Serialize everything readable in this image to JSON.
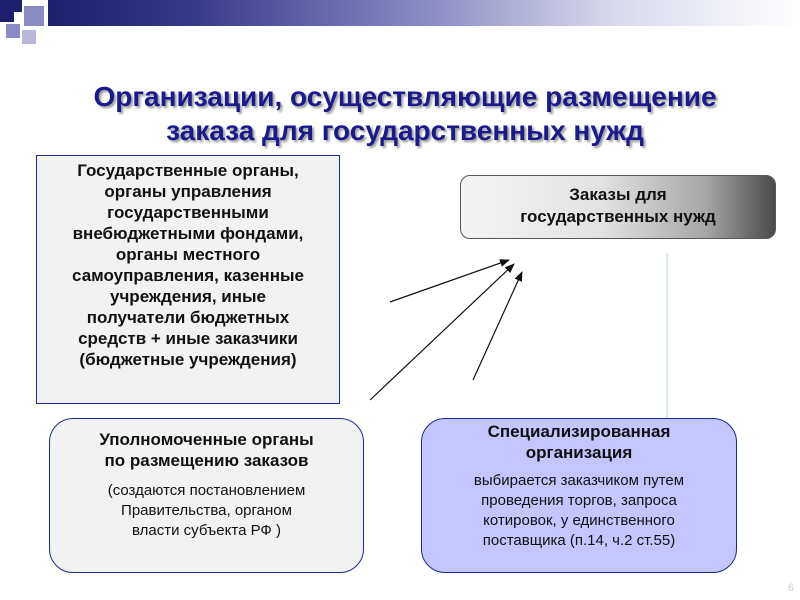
{
  "title": {
    "line1": "Организации, осуществляющие размещение",
    "line2": "заказа для государственных нужд"
  },
  "boxes": {
    "government_bodies": {
      "lines": [
        "Государственные органы,",
        "органы управления",
        "государственными",
        "внебюджетными фондами,",
        "органы местного",
        "самоуправления, казенные",
        "учреждения, иные",
        "получатели бюджетных",
        "средств + иные заказчики",
        "(бюджетные учреждения)"
      ]
    },
    "orders": {
      "line1": "Заказы для",
      "line2": "государственных нужд"
    },
    "authorized_bodies": {
      "title_line1": "Уполномоченные органы",
      "title_line2": "по размещению заказов",
      "sub_lines": [
        "(создаются постановлением",
        "Правительства, органом",
        "власти субъекта РФ )"
      ]
    },
    "specialized_org": {
      "title_line1": "Специализированная",
      "title_line2": "организация",
      "sub_lines": [
        "выбирается заказчиком путем",
        "проведения торгов, запроса",
        "котировок, у единственного",
        "поставщика (п.14, ч.2 ст.55)"
      ]
    }
  },
  "page_number": "6",
  "colors": {
    "title": "#1a1a8c",
    "box_border": "#1b2b8c",
    "specialized_fill": "#c5c5ff",
    "neutral_fill": "#f2f2f2"
  }
}
